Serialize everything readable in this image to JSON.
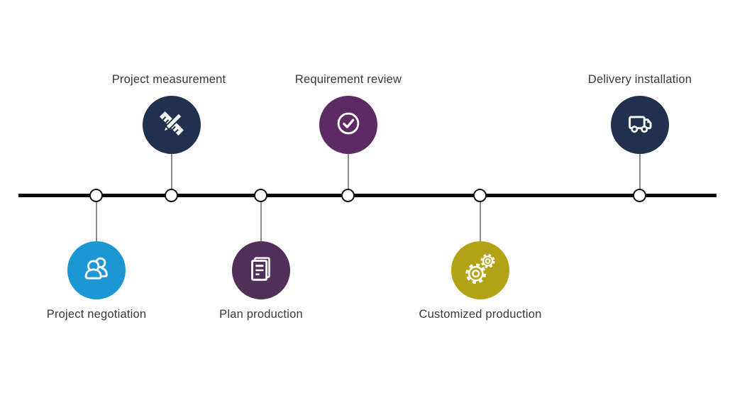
{
  "diagram": {
    "type": "process-timeline",
    "background_color": "#ffffff",
    "line_color": "#0d0d0d",
    "text_color": "#383838",
    "steps": [
      {
        "label": "Project negotiation",
        "icon": "people-icon",
        "color": "#1b97d4",
        "side": "below"
      },
      {
        "label": "Project measurement",
        "icon": "ruler-pencil-icon",
        "color": "#20314f",
        "side": "above"
      },
      {
        "label": "Plan production",
        "icon": "document-icon",
        "color": "#523059",
        "side": "below"
      },
      {
        "label": "Requirement review",
        "icon": "check-icon",
        "color": "#5d2a66",
        "side": "above"
      },
      {
        "label": "Customized production",
        "icon": "gears-icon",
        "color": "#b3a213",
        "side": "below"
      },
      {
        "label": "Delivery installation",
        "icon": "truck-icon",
        "color": "#20314f",
        "side": "above"
      }
    ]
  }
}
